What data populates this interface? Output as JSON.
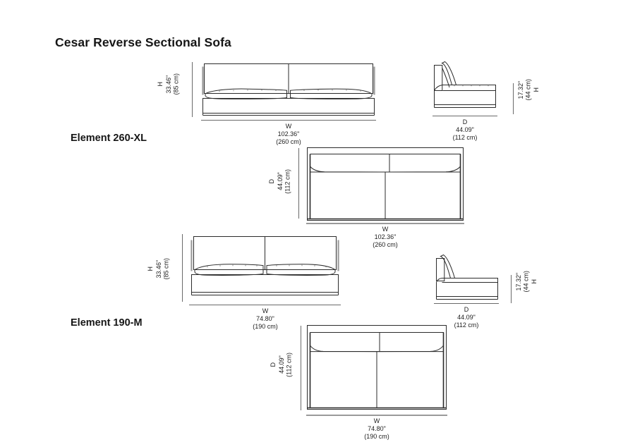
{
  "sheet": {
    "title": "Cesar Reverse Sectional Sofa",
    "background_color": "#ffffff",
    "line_color": "#2b2b2b",
    "dimension_line_color": "#6a6a6a"
  },
  "units": {
    "imperial_symbol": "\"",
    "metric_label": "cm"
  },
  "elements": [
    {
      "name": "Element 260-XL",
      "front_view": {
        "height": {
          "axis": "H",
          "inch": "33.46\"",
          "cm": "(85 cm)"
        },
        "width": {
          "axis": "W",
          "inch": "102.36\"",
          "cm": "(260 cm)"
        }
      },
      "side_view": {
        "depth": {
          "axis": "D",
          "inch": "44.09\"",
          "cm": "(112 cm)"
        },
        "height": {
          "axis": "H",
          "inch": "17.32\"",
          "cm": "(44 cm)"
        }
      },
      "top_view": {
        "depth": {
          "axis": "D",
          "inch": "44.09\"",
          "cm": "(112 cm)"
        },
        "width": {
          "axis": "W",
          "inch": "102.36\"",
          "cm": "(260 cm)"
        }
      }
    },
    {
      "name": "Element 190-M",
      "front_view": {
        "height": {
          "axis": "H",
          "inch": "33.46\"",
          "cm": "(85 cm)"
        },
        "width": {
          "axis": "W",
          "inch": "74.80\"",
          "cm": "(190 cm)"
        }
      },
      "side_view": {
        "depth": {
          "axis": "D",
          "inch": "44.09\"",
          "cm": "(112 cm)"
        },
        "height": {
          "axis": "H",
          "inch": "17.32\"",
          "cm": "(44 cm)"
        }
      },
      "top_view": {
        "depth": {
          "axis": "D",
          "inch": "44.09\"",
          "cm": "(112 cm)"
        },
        "width": {
          "axis": "W",
          "inch": "74.80\"",
          "cm": "(190 cm)"
        }
      }
    }
  ]
}
